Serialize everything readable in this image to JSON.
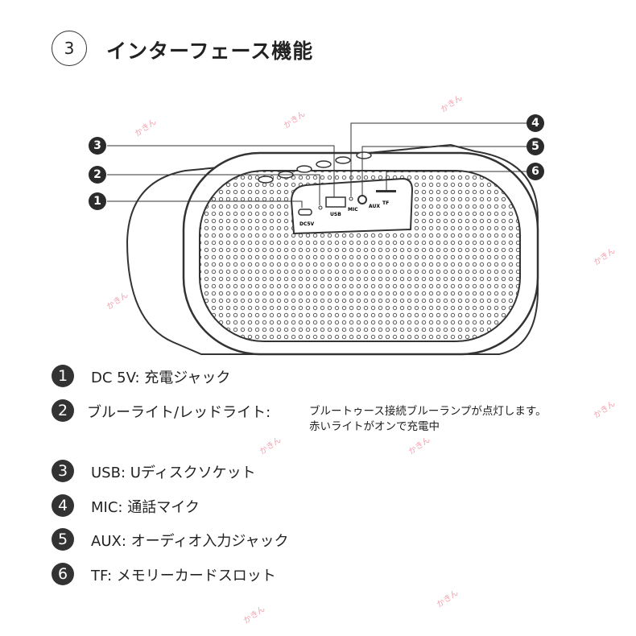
{
  "header": {
    "step_number": "3",
    "title": "インターフェース機能"
  },
  "diagram": {
    "callouts": [
      "1",
      "2",
      "3",
      "4",
      "5",
      "6"
    ],
    "port_labels": {
      "dc": "DC5V",
      "usb": "USB",
      "mic": "MIC",
      "aux": "AUX",
      "tf": "TF"
    }
  },
  "features": [
    {
      "number": "1",
      "label": "DC 5V: 充電ジャック"
    },
    {
      "number": "2",
      "label": "ブルーライト/レッドライト:",
      "description": [
        "ブルートゥース接続ブルーランプが点灯します。",
        "赤いライトがオンで充電中"
      ]
    },
    {
      "number": "3",
      "label": "USB: Uディスクソケット"
    },
    {
      "number": "4",
      "label": "MIC: 通話マイク"
    },
    {
      "number": "5",
      "label": "AUX: オーディオ入力ジャック"
    },
    {
      "number": "6",
      "label": "TF: メモリーカードスロット"
    }
  ],
  "watermark": "かきん",
  "colors": {
    "ink": "#333333",
    "watermark": "#f08a9a"
  }
}
